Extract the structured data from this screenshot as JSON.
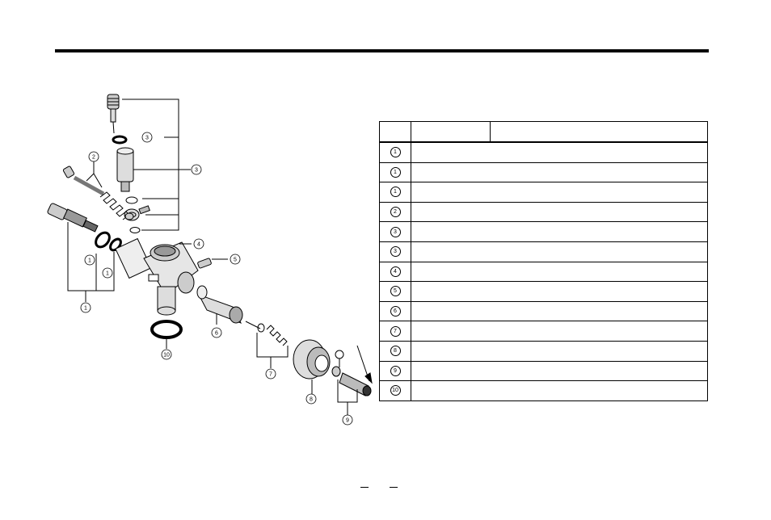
{
  "parts_table": {
    "header": {
      "number": "",
      "part_no": "",
      "description": ""
    },
    "rows": [
      {
        "number": "1",
        "part_no": "",
        "description": ""
      },
      {
        "number": "1",
        "part_no": "",
        "description": ""
      },
      {
        "number": "1",
        "part_no": "",
        "description": ""
      },
      {
        "number": "2",
        "part_no": "",
        "description": ""
      },
      {
        "number": "3",
        "part_no": "",
        "description": ""
      },
      {
        "number": "3",
        "part_no": "",
        "description": ""
      },
      {
        "number": "4",
        "part_no": "",
        "description": ""
      },
      {
        "number": "5",
        "part_no": "",
        "description": ""
      },
      {
        "number": "6",
        "part_no": "",
        "description": ""
      },
      {
        "number": "7",
        "part_no": "",
        "description": ""
      },
      {
        "number": "8",
        "part_no": "",
        "description": ""
      },
      {
        "number": "9",
        "part_no": "",
        "description": ""
      },
      {
        "number": "10",
        "part_no": "",
        "description": ""
      }
    ]
  },
  "diagram": {
    "callouts": {
      "c1a": "1",
      "c1b": "1",
      "c1c": "1",
      "c2": "2",
      "c3a": "3",
      "c3b": "3",
      "c4": "4",
      "c5": "5",
      "c6": "6",
      "c7": "7",
      "c8": "8",
      "c9": "9",
      "c10": "10"
    }
  }
}
